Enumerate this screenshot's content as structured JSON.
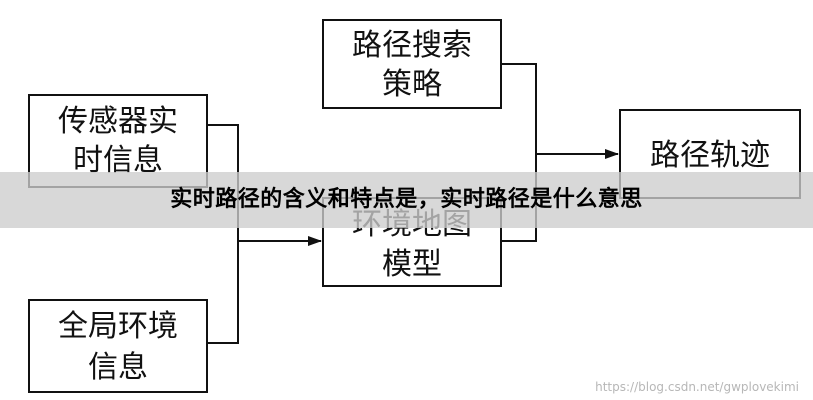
{
  "diagram": {
    "nodes": {
      "route_search_strategy": [
        "路径搜索",
        "策略"
      ],
      "sensor_info": [
        "传感器实",
        "时信息"
      ],
      "env_map_model": [
        "环境地图",
        "模型"
      ],
      "global_env_info": [
        "全局环境",
        "信息"
      ],
      "route_trajectory": [
        "路径轨迹"
      ]
    }
  },
  "banner": {
    "title": "实时路径的含义和特点是，实时路径是什么意思"
  },
  "watermark": "https://blog.csdn.net/gwplovekimi",
  "colors": {
    "line": "#111111",
    "banner_bg": "#cdcdcd",
    "watermark": "#b7b7b7"
  }
}
